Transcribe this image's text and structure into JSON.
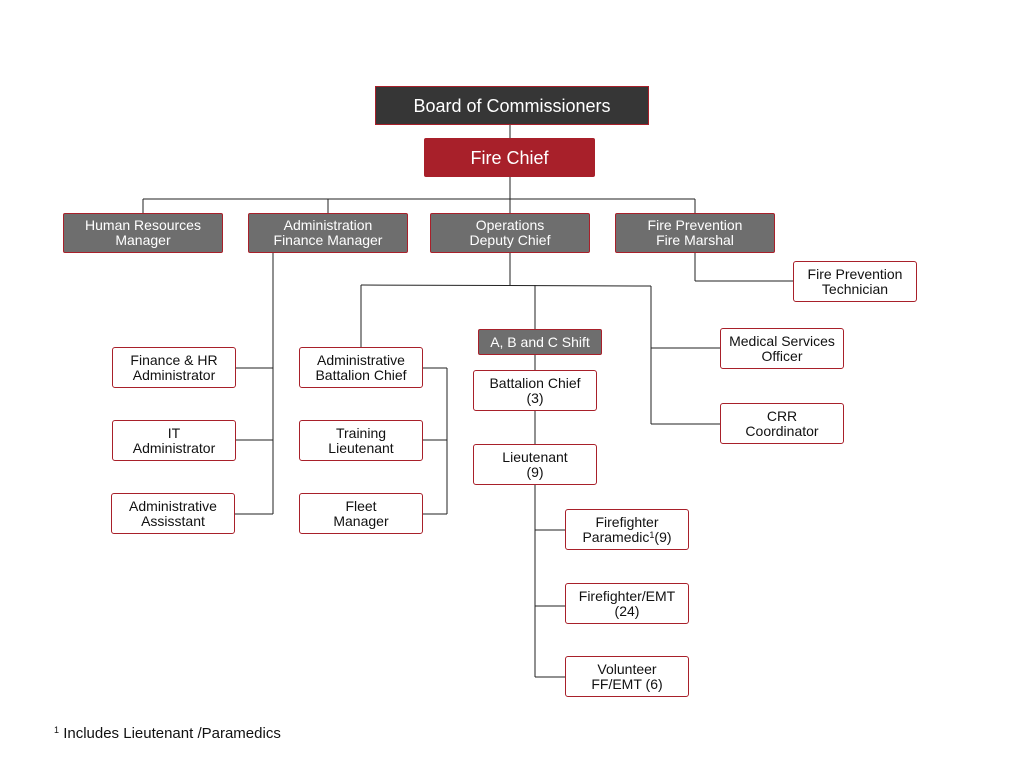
{
  "colors": {
    "board_fill": "#363636",
    "chief_fill": "#a8202a",
    "manager_fill": "#6e6e6e",
    "border": "#a8202a",
    "connector": "#222222"
  },
  "board": {
    "label": "Board of Commissioners"
  },
  "chief": {
    "label": "Fire Chief"
  },
  "managers": {
    "hr": {
      "line1": "Human Resources",
      "line2": "Manager"
    },
    "admin": {
      "line1": "Administration",
      "line2": "Finance Manager"
    },
    "ops": {
      "line1": "Operations",
      "line2": "Deputy Chief"
    },
    "prev": {
      "line1": "Fire Prevention",
      "line2": "Fire Marshal"
    }
  },
  "prevention_staff": {
    "technician": {
      "line1": "Fire Prevention",
      "line2": "Technician"
    }
  },
  "admin_staff": {
    "finance_hr": {
      "line1": "Finance & HR",
      "line2": "Administrator"
    },
    "it": {
      "line1": "IT",
      "line2": "Administrator"
    },
    "assistant": {
      "line1": "Administrative",
      "line2": "Assisstant"
    }
  },
  "ops_support": {
    "admin_bc": {
      "line1": "Administrative",
      "line2": "Battalion Chief"
    },
    "training": {
      "line1": "Training",
      "line2": "Lieutenant"
    },
    "fleet": {
      "line1": "Fleet",
      "line2": "Manager"
    }
  },
  "shift": {
    "label": "A, B and C Shift",
    "battalion_chief": {
      "line1": "Battalion Chief",
      "line2": "(3)"
    },
    "lieutenant": {
      "line1": "Lieutenant",
      "line2": "(9)"
    },
    "ff_paramedic": {
      "line1": "Firefighter",
      "line2": "Paramedic",
      "sup": "1",
      "count": "(9)"
    },
    "ff_emt": {
      "line1": "Firefighter/EMT",
      "line2": "(24)"
    },
    "volunteer": {
      "line1": "Volunteer",
      "line2": "FF/EMT (6)"
    }
  },
  "ops_staff": {
    "medical": {
      "line1": "Medical Services",
      "line2": "Officer"
    },
    "crr": {
      "line1": "CRR",
      "line2": "Coordinator"
    }
  },
  "footnote": {
    "sup": "1",
    "text": "Includes Lieutenant /Paramedics"
  }
}
